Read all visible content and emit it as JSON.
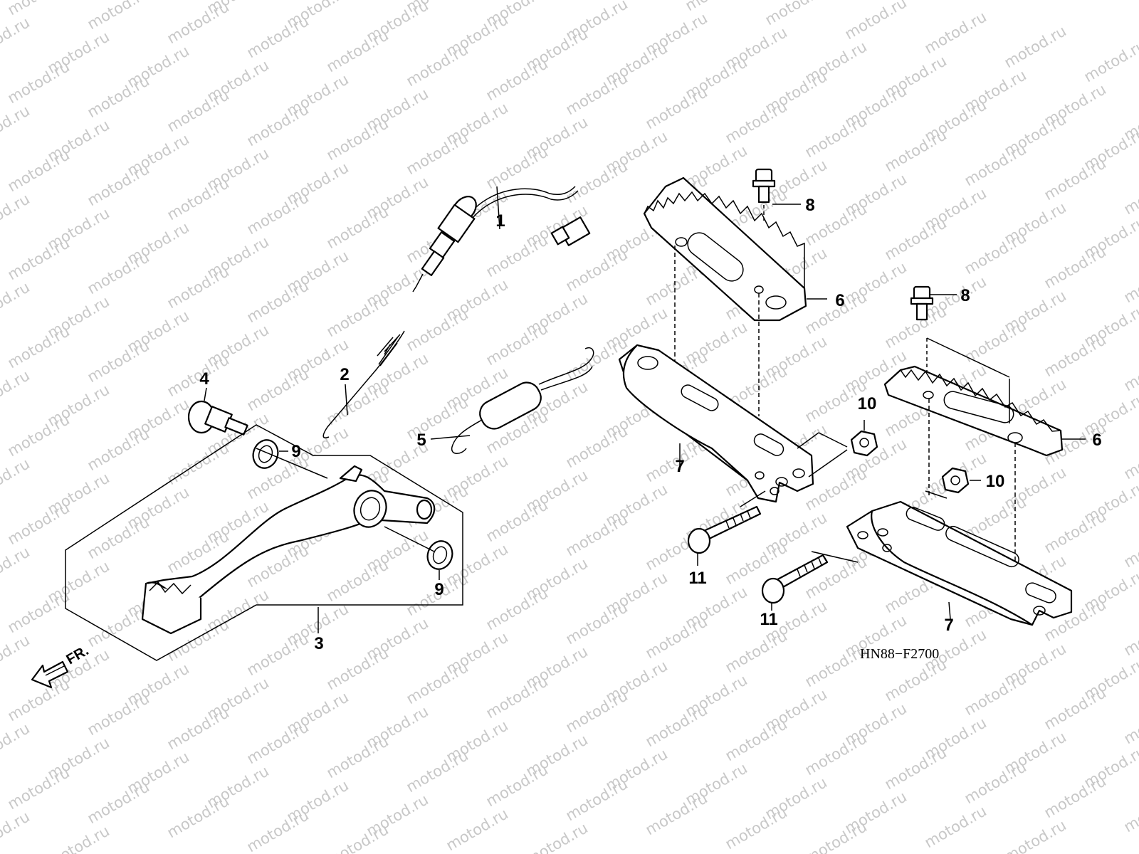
{
  "diagram": {
    "code": "HN88−F2700",
    "direction": "FR.",
    "watermark": "motod.ru",
    "callouts": [
      {
        "id": "c1",
        "label": "1"
      },
      {
        "id": "c2",
        "label": "2"
      },
      {
        "id": "c3",
        "label": "3"
      },
      {
        "id": "c4",
        "label": "4"
      },
      {
        "id": "c5",
        "label": "5"
      },
      {
        "id": "c6a",
        "label": "6"
      },
      {
        "id": "c6b",
        "label": "6"
      },
      {
        "id": "c7a",
        "label": "7"
      },
      {
        "id": "c7b",
        "label": "7"
      },
      {
        "id": "c8a",
        "label": "8"
      },
      {
        "id": "c8b",
        "label": "8"
      },
      {
        "id": "c9a",
        "label": "9"
      },
      {
        "id": "c9b",
        "label": "9"
      },
      {
        "id": "c10a",
        "label": "10"
      },
      {
        "id": "c10b",
        "label": "10"
      },
      {
        "id": "c11a",
        "label": "11"
      },
      {
        "id": "c11b",
        "label": "11"
      }
    ]
  }
}
